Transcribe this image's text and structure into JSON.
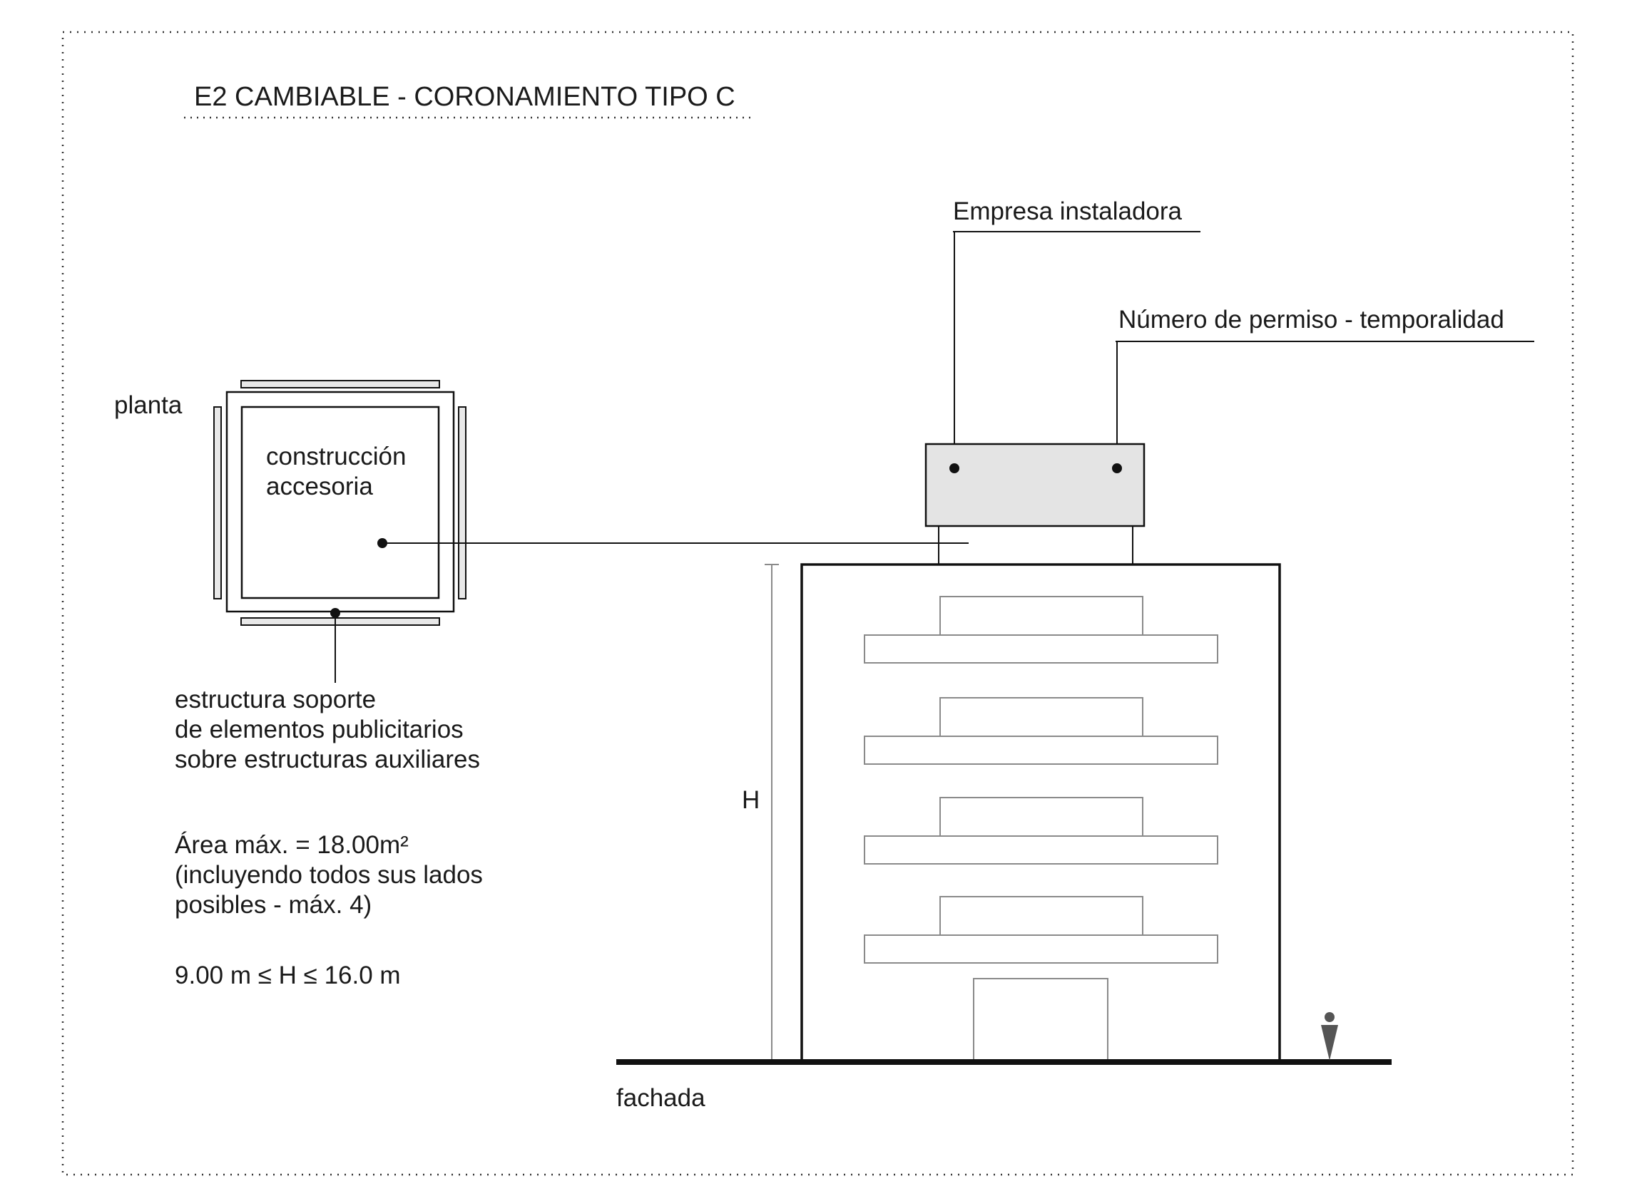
{
  "title": "E2 CAMBIABLE - CORONAMIENTO TIPO C",
  "labels": {
    "empresa": "Empresa instaladora",
    "permiso": "Número de permiso - temporalidad",
    "planta": "planta",
    "construccion_1": "construcción",
    "construccion_2": "accesoria",
    "estructura_1": "estructura soporte",
    "estructura_2": "de elementos publicitarios",
    "estructura_3": "sobre estructuras auxiliares",
    "area_1": "Área máx. = 18.00m²",
    "area_2": "(incluyendo todos sus lados",
    "area_3": "posibles - máx. 4)",
    "height_rule": "9.00 m  ≤ H ≤ 16.0 m",
    "h_symbol": "H",
    "fachada": "fachada"
  },
  "colors": {
    "line": "#111111",
    "thin": "#8a8a8a",
    "sign_fill": "#e4e4e4",
    "bar_fill": "#e8e8e8",
    "figure": "#555555"
  }
}
